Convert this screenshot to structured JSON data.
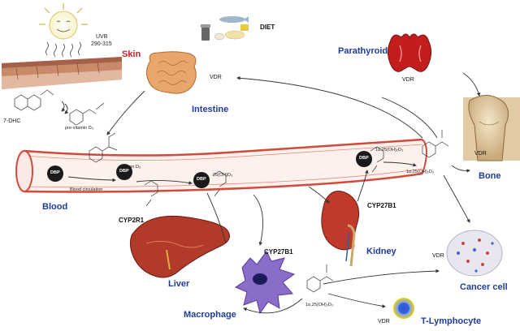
{
  "labels": {
    "uvb": "UVB",
    "uvb_range": "290-315",
    "skin": "Skin",
    "diet": "DIET",
    "parathyroid": "Parathyroid",
    "intestine": "Intestine",
    "bone": "Bone",
    "blood": "Blood",
    "liver": "Liver",
    "kidney": "Kidney",
    "macrophage": "Macrophage",
    "cancer_cell": "Cancer cell",
    "t_lymphocyte": "T-Lymphocyte"
  },
  "molecules": {
    "seven_dhc": "7-DHC",
    "pre_vitamin": "pre-vitamin D₃",
    "vitamin_d3": "vitamin D₃",
    "calcidiol": "25(OH)D₃",
    "calcitriol_top": "1α,25(OH)₂D₃",
    "calcitriol_right": "1α,25(OH)₂D₃",
    "calcitriol_bottom": "1α,25(OH)₂D₃",
    "blood_circulation": "Blood circulation"
  },
  "enzymes": {
    "cyp2r1": "CYP2R1",
    "cyp27b1_macrophage": "CYP27B1",
    "cyp27b1_kidney": "CYP27B1"
  },
  "proteins": {
    "dbp": "DBP",
    "vdr": "VDR"
  },
  "colors": {
    "organ_label": "#1f3c9a",
    "skin_label": "#cc2222",
    "vessel": "#d24a3a",
    "vessel_fill": "#fbe9e6",
    "liver": "#b23a2a",
    "kidney": "#c0392b",
    "macrophage": "#8a6cc9",
    "dbp": "#1a1a1a"
  }
}
